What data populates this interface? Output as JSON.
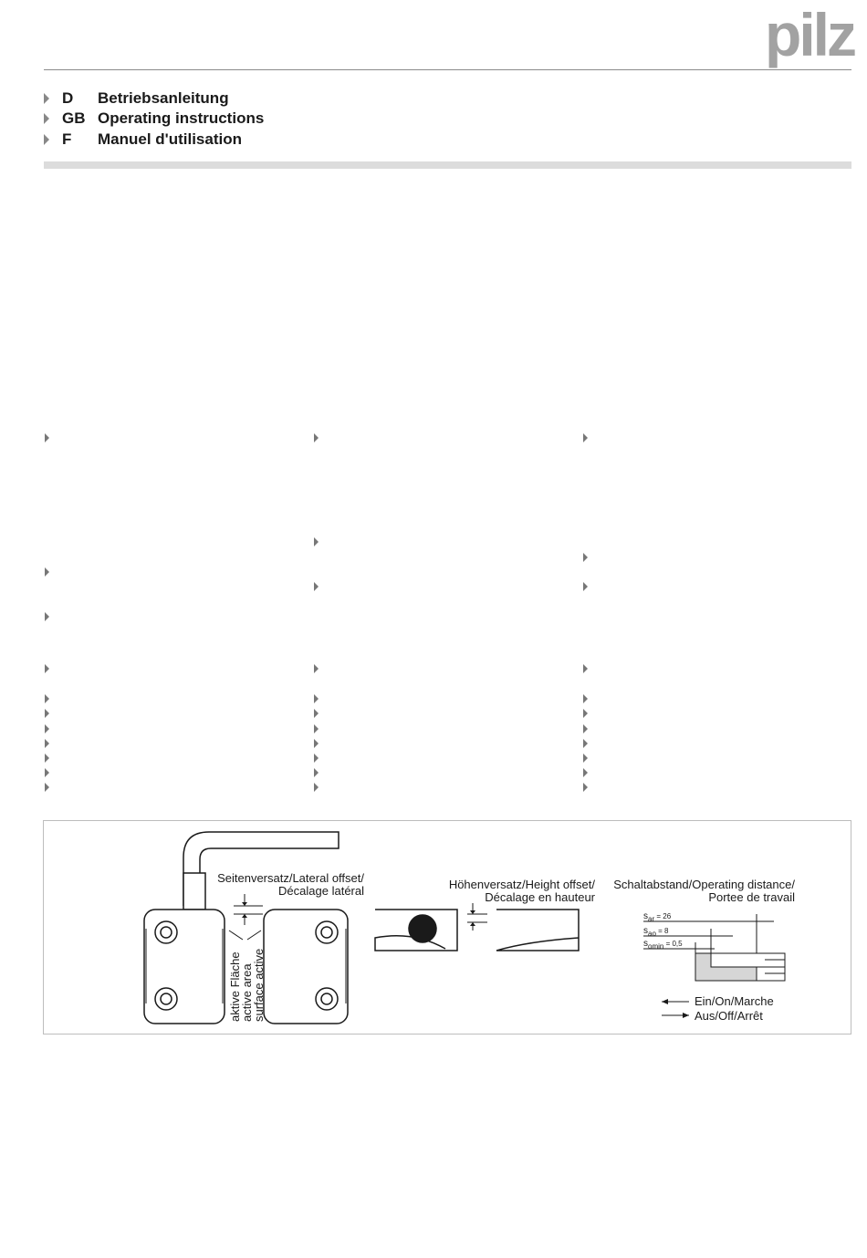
{
  "brand": {
    "logo_text": "pilz"
  },
  "languages": [
    {
      "code": "D",
      "title": "Betriebsanleitung"
    },
    {
      "code": "GB",
      "title": "Operating instructions"
    },
    {
      "code": "F",
      "title": "Manuel d'utilisation"
    }
  ],
  "figure": {
    "lateral_offset_line1": "Seitenversatz/Lateral offset/",
    "lateral_offset_line2": "Décalage latéral",
    "active_area_de": "aktive Fläche",
    "active_area_en": "active area",
    "active_area_fr": "surface active",
    "height_offset_line1": "Höhenversatz/Height offset/",
    "height_offset_line2": "Décalage en hauteur",
    "operating_distance_line1": "Schaltabstand/Operating distance/",
    "operating_distance_line2": "Portee de travail",
    "sar_label": "s",
    "sar_sub": "ar",
    "sar_value": " = 26",
    "sao_label": "s",
    "sao_sub": "ao",
    "sao_value": " = 8",
    "somin_label": "s",
    "somin_sub": "omin",
    "somin_value": " = 0,5",
    "legend_on": "Ein/On/Marche",
    "legend_off": "Aus/Off/Arrêt"
  }
}
